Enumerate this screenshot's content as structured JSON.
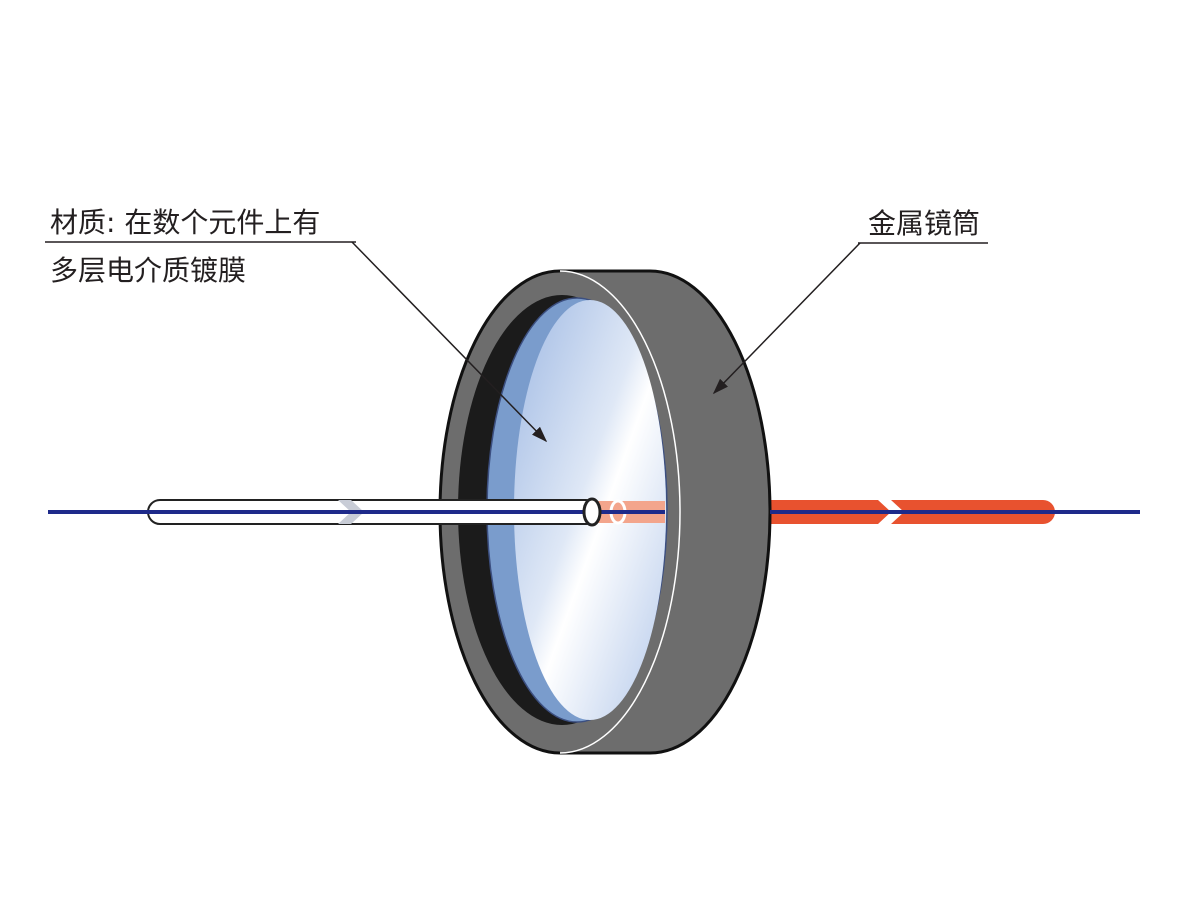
{
  "labels": {
    "coating": {
      "line1": "材质: 在数个元件上有",
      "line2": "多层电介质镀膜"
    },
    "housing": "金属镜筒"
  },
  "colors": {
    "optical_axis": "#1e2a8a",
    "housing": "#6d6d6d",
    "housing_inner": "#1b1b1b",
    "glass_rim": "#7a9ccc",
    "input_beam": "#ffffff",
    "beam_in_lens": "#f3a58c",
    "output_beam": "#e8522f",
    "leader_line": "#231f20"
  }
}
